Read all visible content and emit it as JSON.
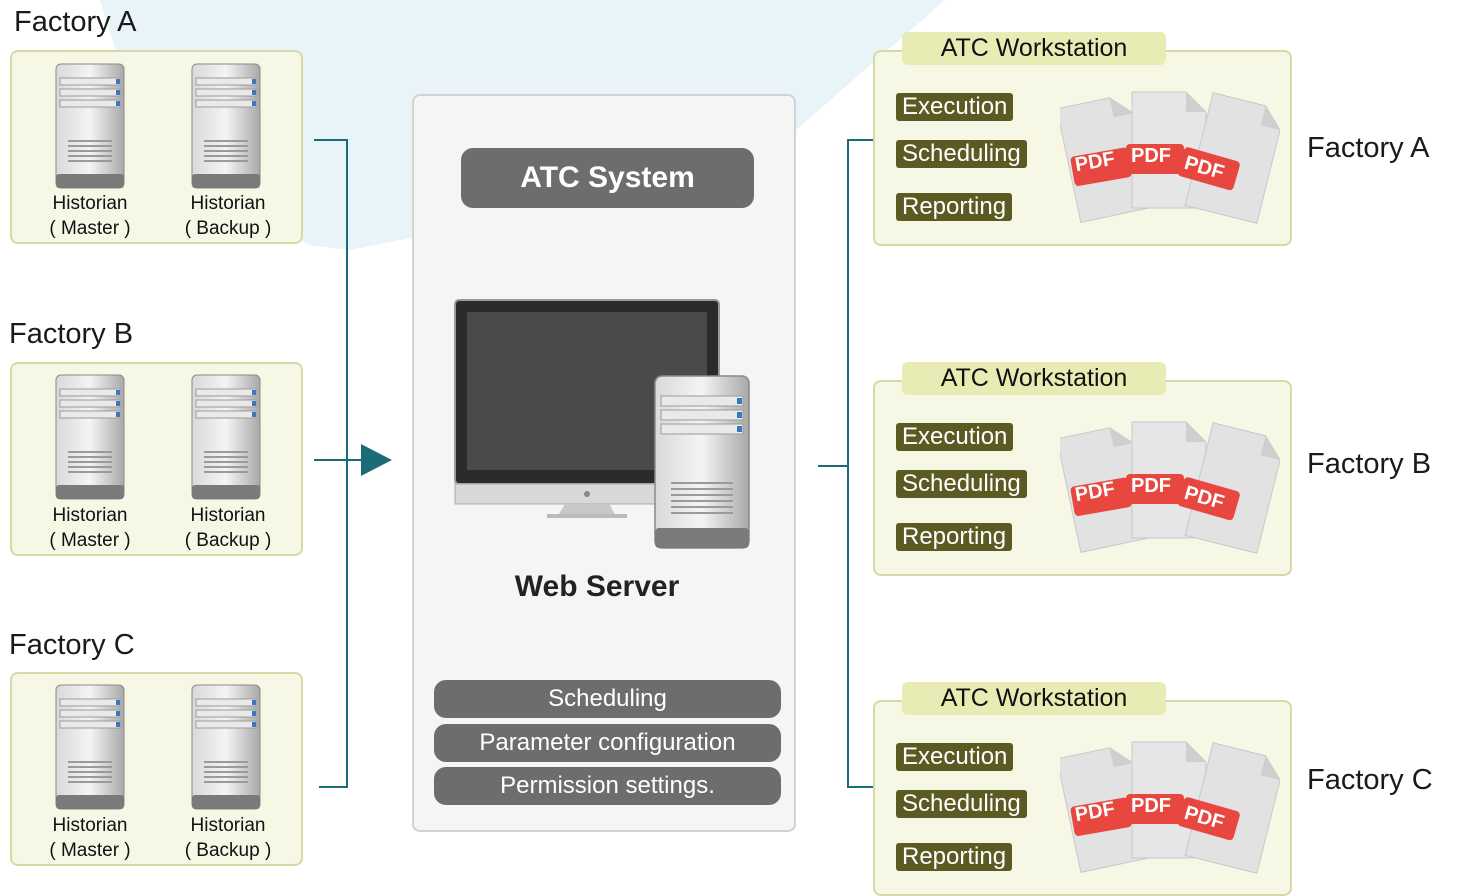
{
  "colors": {
    "connector": "#1b6b78",
    "panel_fill": "#f7f7e6",
    "panel_border": "#d6d9a3",
    "tag_fill": "#5b5a23",
    "pill_fill": "#6d6d6d",
    "pdf_red": "#e8473f"
  },
  "left_factories": [
    {
      "name": "Factory A",
      "servers": [
        {
          "role": "Historian",
          "type": "( Master )"
        },
        {
          "role": "Historian",
          "type": "( Backup )"
        }
      ]
    },
    {
      "name": "Factory B",
      "servers": [
        {
          "role": "Historian",
          "type": "( Master )"
        },
        {
          "role": "Historian",
          "type": "( Backup )"
        }
      ]
    },
    {
      "name": "Factory C",
      "servers": [
        {
          "role": "Historian",
          "type": "( Master )"
        },
        {
          "role": "Historian",
          "type": "( Backup )"
        }
      ]
    }
  ],
  "center": {
    "title": "ATC  System",
    "server_label": "Web Server",
    "functions": [
      "Scheduling",
      "Parameter configuration",
      "Permission settings."
    ]
  },
  "workstations": [
    {
      "title": "ATC Workstation",
      "tags": [
        "Execution",
        "Scheduling",
        "Reporting"
      ],
      "pdf_label": "PDF",
      "factory": "Factory A"
    },
    {
      "title": "ATC Workstation",
      "tags": [
        "Execution",
        "Scheduling",
        "Reporting"
      ],
      "pdf_label": "PDF",
      "factory": "Factory B"
    },
    {
      "title": "ATC Workstation",
      "tags": [
        "Execution",
        "Scheduling",
        "Reporting"
      ],
      "pdf_label": "PDF",
      "factory": "Factory C"
    }
  ]
}
